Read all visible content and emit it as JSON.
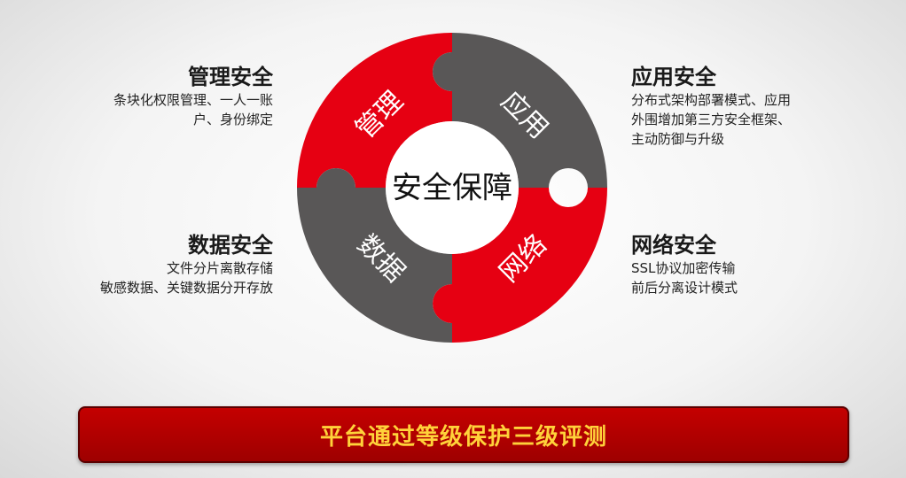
{
  "center": {
    "label": "安全保障"
  },
  "segments": {
    "management": {
      "label": "管理",
      "color": "#e60012"
    },
    "application": {
      "label": "应用",
      "color": "#595757"
    },
    "network": {
      "label": "网络",
      "color": "#e60012"
    },
    "data": {
      "label": "数据",
      "color": "#595757"
    }
  },
  "blocks": {
    "management": {
      "title": "管理安全",
      "lines": [
        "条块化权限管理、一人一账",
        "户、身份绑定"
      ]
    },
    "application": {
      "title": "应用安全",
      "lines": [
        "分布式架构部署模式、应用",
        "外围增加第三方安全框架、",
        "主动防御与升级"
      ]
    },
    "data": {
      "title": "数据安全",
      "lines": [
        "文件分片离散存储",
        "敏感数据、关键数据分开存放"
      ]
    },
    "network": {
      "title": "网络安全",
      "lines": [
        "SSL协议加密传输",
        "前后分离设计模式"
      ]
    }
  },
  "banner": {
    "text": "平台通过等级保护三级评测"
  }
}
